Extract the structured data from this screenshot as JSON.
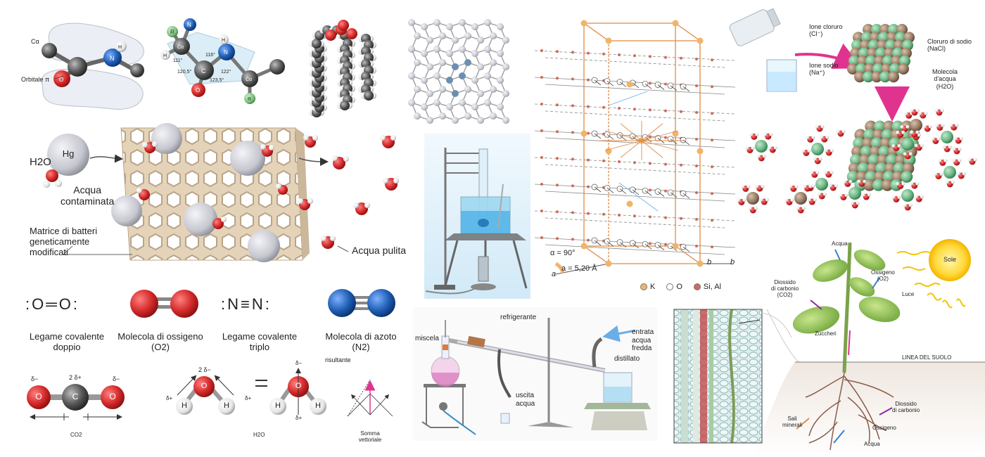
{
  "amide": {
    "ca_top": "Cα",
    "orbital": "Orbitale π",
    "o": "O",
    "n": "N",
    "h": "H"
  },
  "peptide": {
    "r1": "R",
    "n1": "N",
    "h1": "H",
    "ca1": "Cα",
    "c": "C",
    "o": "O",
    "n2": "N",
    "h2": "H",
    "ca2": "Cα",
    "r2": "R",
    "a1": "116°",
    "a2": "111°",
    "a3": "122°",
    "a4": "120,5°",
    "a5": "123,5°"
  },
  "mercury": {
    "h2o": "H2O",
    "hg": "Hg",
    "contaminated": "Acqua\ncontaminata",
    "matrix": "Matrice di batteri\ngeneticamente\nmodificati",
    "clean": "Acqua pulita"
  },
  "bonds": {
    "o2_formula": ":O═O:",
    "n2_formula": ":N≡N:",
    "double_caption": "Legame covalente\ndoppio",
    "oxygen_caption": "Molecola di ossigeno\n(O2)",
    "triple_caption": "Legame covalente\ntriplo",
    "nitrogen_caption": "Molecola di azoto\n(N2)"
  },
  "dipoles": {
    "co2_left": "δ−",
    "co2_mid": "2 δ+",
    "co2_right": "δ−",
    "co2_o1": "O",
    "co2_c": "C",
    "co2_o2": "O",
    "co2_caption": "CO2",
    "h2o_top": "2 δ−",
    "h2o_o": "O",
    "h2o_h1": "H",
    "h2o_h2": "H",
    "h2o_dp1": "δ+",
    "h2o_dp2": "δ+",
    "h2o_caption": "H2O",
    "eq": "=",
    "w2_top": "δ−",
    "w2_bottom": "δ+",
    "w2_o": "O",
    "w2_h1": "H",
    "w2_h2": "H",
    "result": "risultante",
    "vector_caption": "Somma\nvettoriale"
  },
  "distillation": {
    "cooler": "refrigerante",
    "mixture": "miscela",
    "inlet": "entrata\nacqua\nfredda",
    "outlet": "uscita\nacqua",
    "distillate": "distillato"
  },
  "crystal": {
    "alpha": "α = 90°",
    "a_len": "a = 5,20 Å",
    "axis_a": "a",
    "axis_b1": "b",
    "axis_b2": "b",
    "legend": [
      {
        "label": "K",
        "color": "#f0b46a"
      },
      {
        "label": "O",
        "color": "#ffffff"
      },
      {
        "label": "Si, Al",
        "color": "#d06a5a"
      }
    ]
  },
  "salt": {
    "chloride": "Ione cloruro\n(Cl⁻)",
    "sodium": "Ione sodio\n(Na⁺)",
    "nacl": "Cloruro di sodio\n(NaCl)",
    "water": "Molecola\nd'acqua\n(H2O)"
  },
  "plant": {
    "water_top": "Acqua",
    "sun": "Sole",
    "oxygen_top": "Ossigeno\n(O2)",
    "co2": "Diossido\ndi carbonio\n(CO2)",
    "light": "Luce",
    "sugars": "Zuccheri",
    "soil": "LINEA DEL SUOLO",
    "salts": "Sali\nminerali",
    "co2_root": "Diossido\ndi carbonio",
    "oxygen_root": "Ossigeno",
    "water_root": "Acqua"
  },
  "colors": {
    "oxygen": "#d42a2a",
    "nitrogen": "#1f5fb5",
    "carbon": "#555555",
    "hydrogen": "#f2f2f2",
    "chlorine": "#6fb886",
    "sodium": "#9b7e66",
    "potassium": "#f0b46a",
    "accent_pink": "#e0338f",
    "cell_orange": "#e08a45"
  }
}
